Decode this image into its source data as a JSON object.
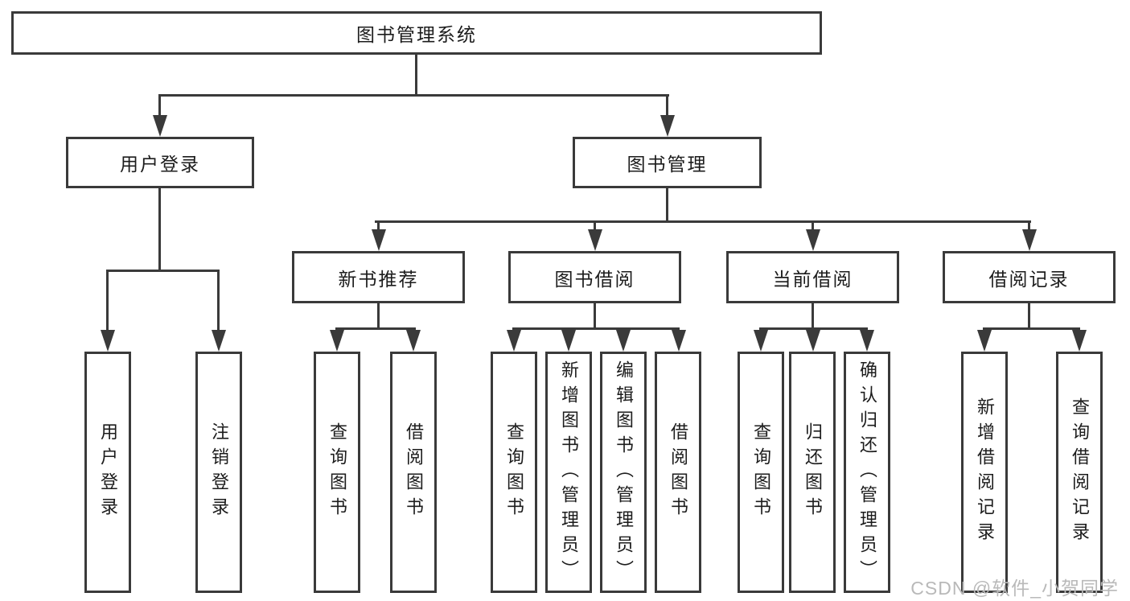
{
  "diagram": {
    "root": "图书管理系统",
    "level2": {
      "login": "用户登录",
      "management": "图书管理"
    },
    "login_children": [
      "用户登录",
      "注销登录"
    ],
    "groups": [
      {
        "label": "新书推荐",
        "children": [
          "查询图书",
          "借阅图书"
        ]
      },
      {
        "label": "图书借阅",
        "children": [
          "查询图书",
          "新增图书（管理员）",
          "编辑图书（管理员）",
          "借阅图书"
        ]
      },
      {
        "label": "当前借阅",
        "children": [
          "查询图书",
          "归还图书",
          "确认归还（管理员）"
        ]
      },
      {
        "label": "借阅记录",
        "children": [
          "新增借阅记录",
          "查询借阅记录"
        ]
      }
    ]
  },
  "watermark": "CSDN @软件_小贺同学",
  "colors": {
    "line": "#3a3a3a",
    "text": "#1c1c1c",
    "watermark": "#b9b9b9",
    "background": "#ffffff"
  }
}
